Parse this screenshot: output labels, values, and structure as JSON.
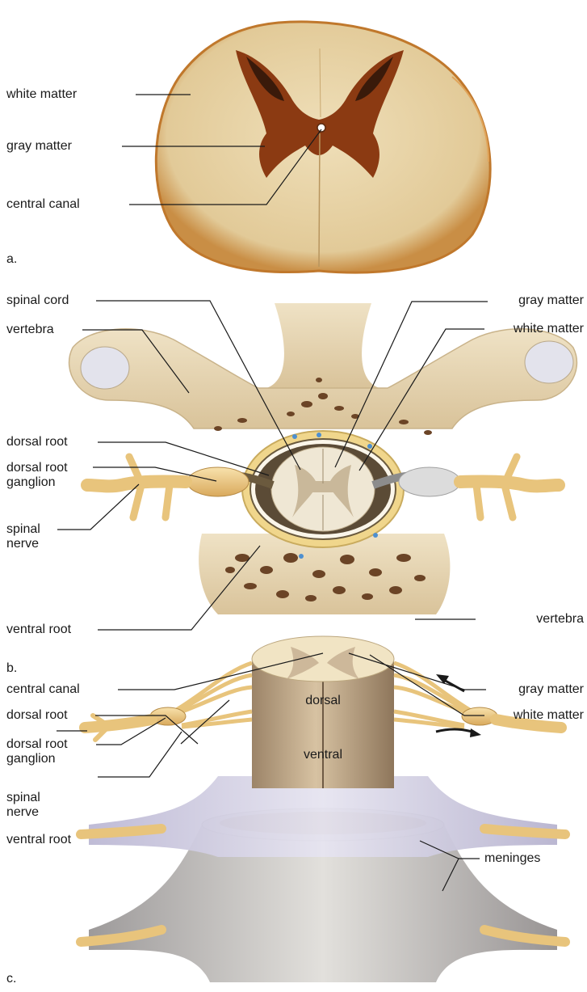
{
  "panels": [
    {
      "letter": "a.",
      "labels": {
        "white_matter": "white matter",
        "gray_matter": "gray matter",
        "central_canal": "central canal"
      }
    },
    {
      "letter": "b.",
      "labels": {
        "spinal_cord": "spinal cord",
        "vertebra_top": "vertebra",
        "gray_matter": "gray matter",
        "white_matter": "white matter",
        "dorsal_root": "dorsal root",
        "dorsal_root_ganglion": "dorsal root\nganglion",
        "spinal_nerve": "spinal\nnerve",
        "ventral_root": "ventral root",
        "vertebra_bottom": "vertebra"
      }
    },
    {
      "letter": "c.",
      "labels": {
        "central_canal": "central canal",
        "dorsal_root": "dorsal root",
        "dorsal_root_ganglion": "dorsal root\nganglion",
        "spinal_nerve": "spinal\nnerve",
        "ventral_root": "ventral root",
        "dorsal": "dorsal",
        "ventral": "ventral",
        "gray_matter": "gray matter",
        "white_matter": "white matter",
        "meninges": "meninges"
      }
    }
  ],
  "colors": {
    "white_matter_photo": "#e7d3a8",
    "gray_matter_photo": "#8b3a12",
    "bone": "#e8d8b8",
    "bone_pores": "#5a3b22",
    "nerve": "#f0cf8a",
    "cord_gray": "#c9b89a",
    "meninges": "#d7d4e6"
  }
}
